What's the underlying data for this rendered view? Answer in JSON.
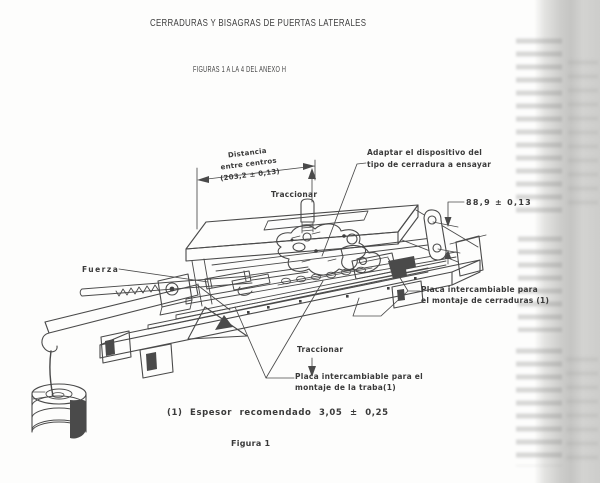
{
  "page": {
    "title": "CERRADURAS Y BISAGRAS DE PUERTAS LATERALES",
    "subtitle": "FIGURAS 1 A LA 4 DEL ANEXO H",
    "footnote": "(1) Espesor recomendado   3,05 ± 0,25",
    "caption": "Figura  1"
  },
  "figure": {
    "labels": {
      "distancia_1": "Distancia",
      "distancia_2": "entre centros",
      "distancia_3": "(203,2 ± 0,13)",
      "traccionar_top": "Traccionar",
      "adaptar_1": "Adaptar el dispositivo del",
      "adaptar_2": "tipo de cerradura a ensayar",
      "dim_88": "88,9 ± 0,13",
      "fuerza": "Fuerza",
      "placa_cerraduras_1": "Placa intercambiable para",
      "placa_cerraduras_2": "el montaje  de cerraduras (1)",
      "traccionar_bottom": "Traccionar",
      "placa_traba_1": "Placa intercambiable para el",
      "placa_traba_2": "montaje  de la traba(1)"
    }
  },
  "colors": {
    "ink": "#3c3c3c",
    "line": "#4a4a4a",
    "paper": "#fdfdfc"
  }
}
